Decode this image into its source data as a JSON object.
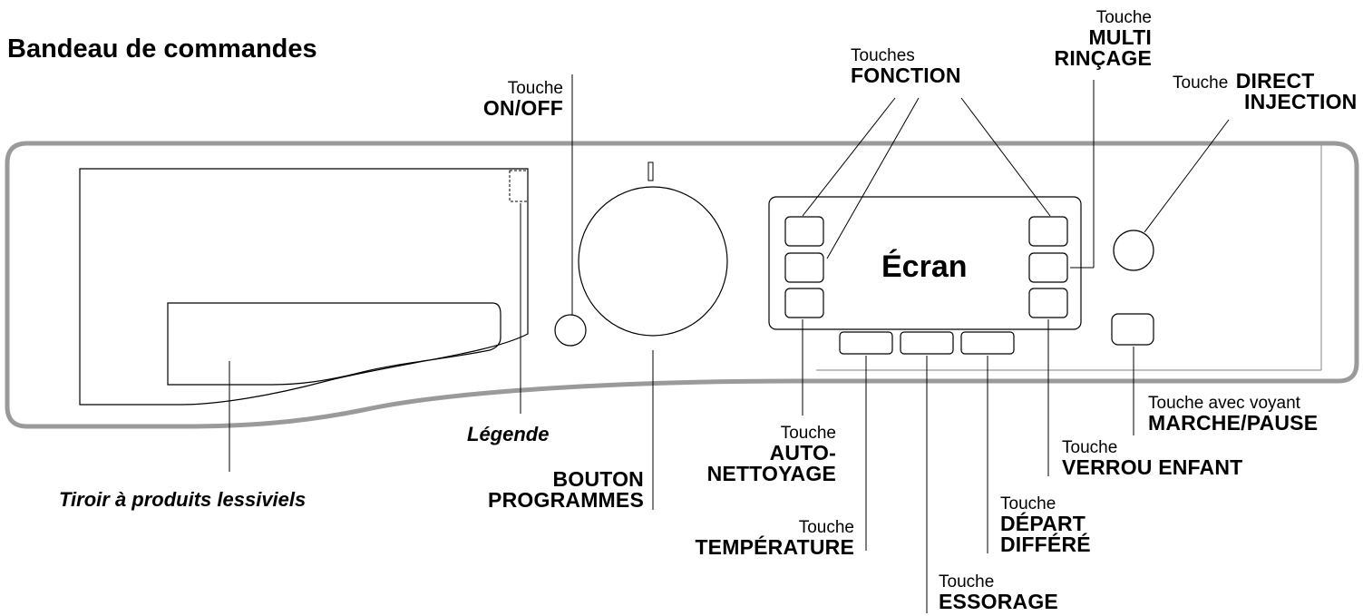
{
  "title": "Bandeau de commandes",
  "screen_label": "Écran",
  "labels": {
    "on_off": {
      "prefix": "Touche",
      "name": "ON/OFF"
    },
    "fonction": {
      "prefix": "Touches",
      "name": "FONCTION"
    },
    "multi_rincage": {
      "prefix": "Touche",
      "line1": "MULTI",
      "line2": "RINÇAGE"
    },
    "direct_injection": {
      "prefix": "Touche",
      "line1": "DIRECT",
      "line2": "INJECTION"
    },
    "marche_pause": {
      "prefix": "Touche avec voyant",
      "name": "MARCHE/PAUSE"
    },
    "verrou_enfant": {
      "prefix": "Touche",
      "name": "VERROU ENFANT"
    },
    "depart_differe": {
      "prefix": "Touche",
      "line1": "DÉPART",
      "line2": "DIFFÉRÉ"
    },
    "essorage": {
      "prefix": "Touche",
      "name": "ESSORAGE"
    },
    "temperature": {
      "prefix": "Touche",
      "name": "TEMPÉRATURE"
    },
    "auto_nettoyage": {
      "prefix": "Touche",
      "line1": "AUTO-",
      "line2": "NETTOYAGE"
    },
    "bouton_programmes": {
      "line1": "BOUTON",
      "line2": "PROGRAMMES"
    },
    "legende": "Légende",
    "tiroir": "Tiroir à produits lessiviels"
  },
  "colors": {
    "panel_outline": "#9a9a9a",
    "line": "#000000"
  }
}
